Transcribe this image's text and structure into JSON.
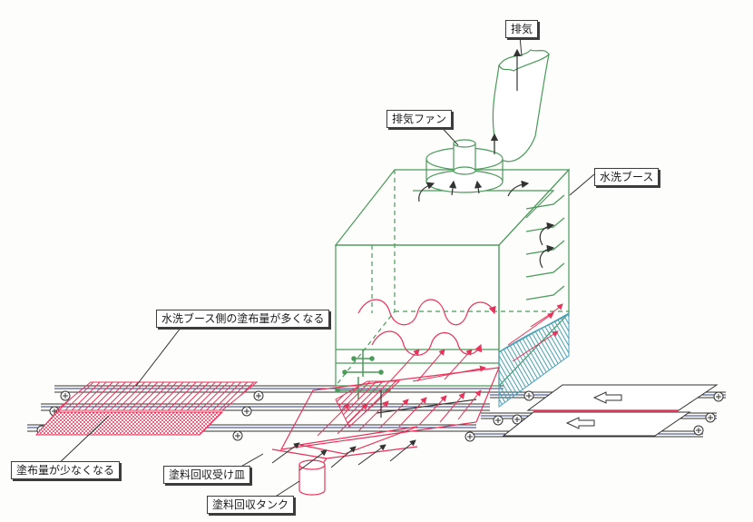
{
  "labels": {
    "exhaust": "排気",
    "exhaust_fan": "排気ファン",
    "water_booth": "水洗ブース",
    "more_coating": "水洗ブース側の塗布量が多くなる",
    "less_coating": "塗布量が少なくなる",
    "recovery_tray": "塗料回収受け皿",
    "recovery_tank": "塗料回収タンク"
  },
  "colors": {
    "booth_line": "#4a9a5a",
    "paint_flow": "#e8325a",
    "water": "#4aa0b8",
    "outline": "#333333"
  }
}
